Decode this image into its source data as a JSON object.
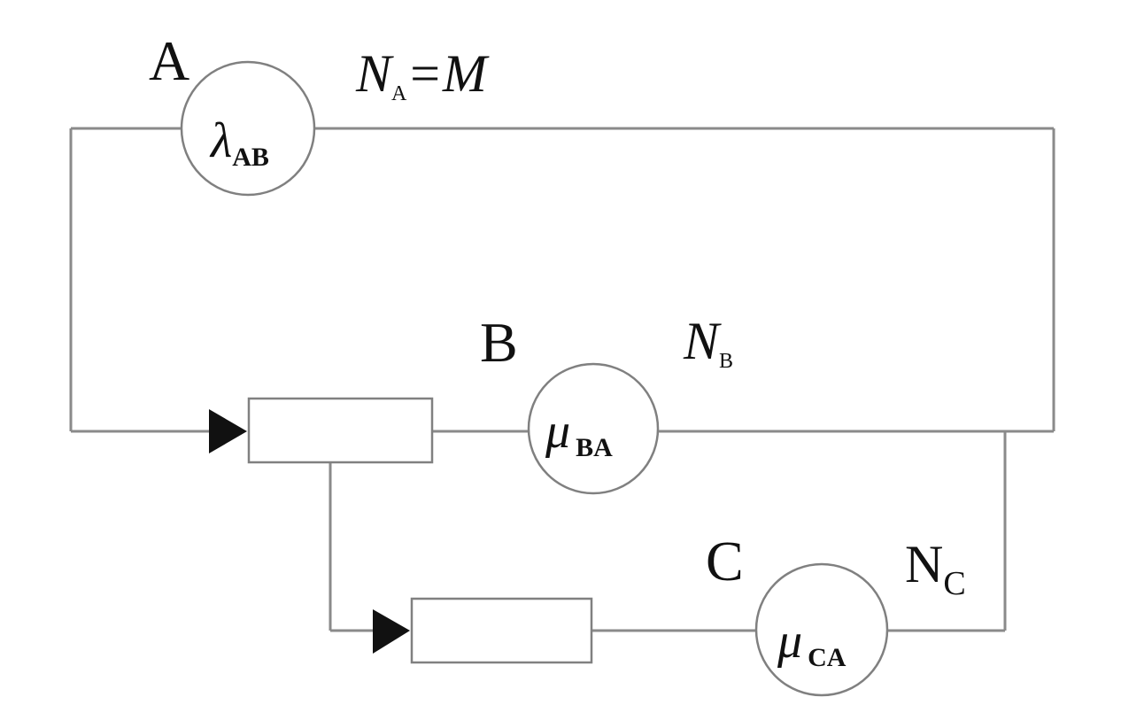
{
  "stations": {
    "a": {
      "name": "A",
      "rate_symbol": "λ",
      "rate_subscript": "AB",
      "pop_symbol": "N",
      "pop_subscript": "A",
      "pop_equals": "=",
      "pop_value": "M"
    },
    "b": {
      "name": "B",
      "rate_symbol": "μ",
      "rate_subscript": "BA",
      "pop_symbol": "N",
      "pop_subscript": "B"
    },
    "c": {
      "name": "C",
      "rate_symbol": "μ",
      "rate_subscript": "CA",
      "pop_symbol": "N",
      "pop_subscript": "C"
    }
  },
  "colors": {
    "wire": "#8a8a8a",
    "circle_stroke": "#808080",
    "arrow": "#111111",
    "text": "#111111"
  }
}
